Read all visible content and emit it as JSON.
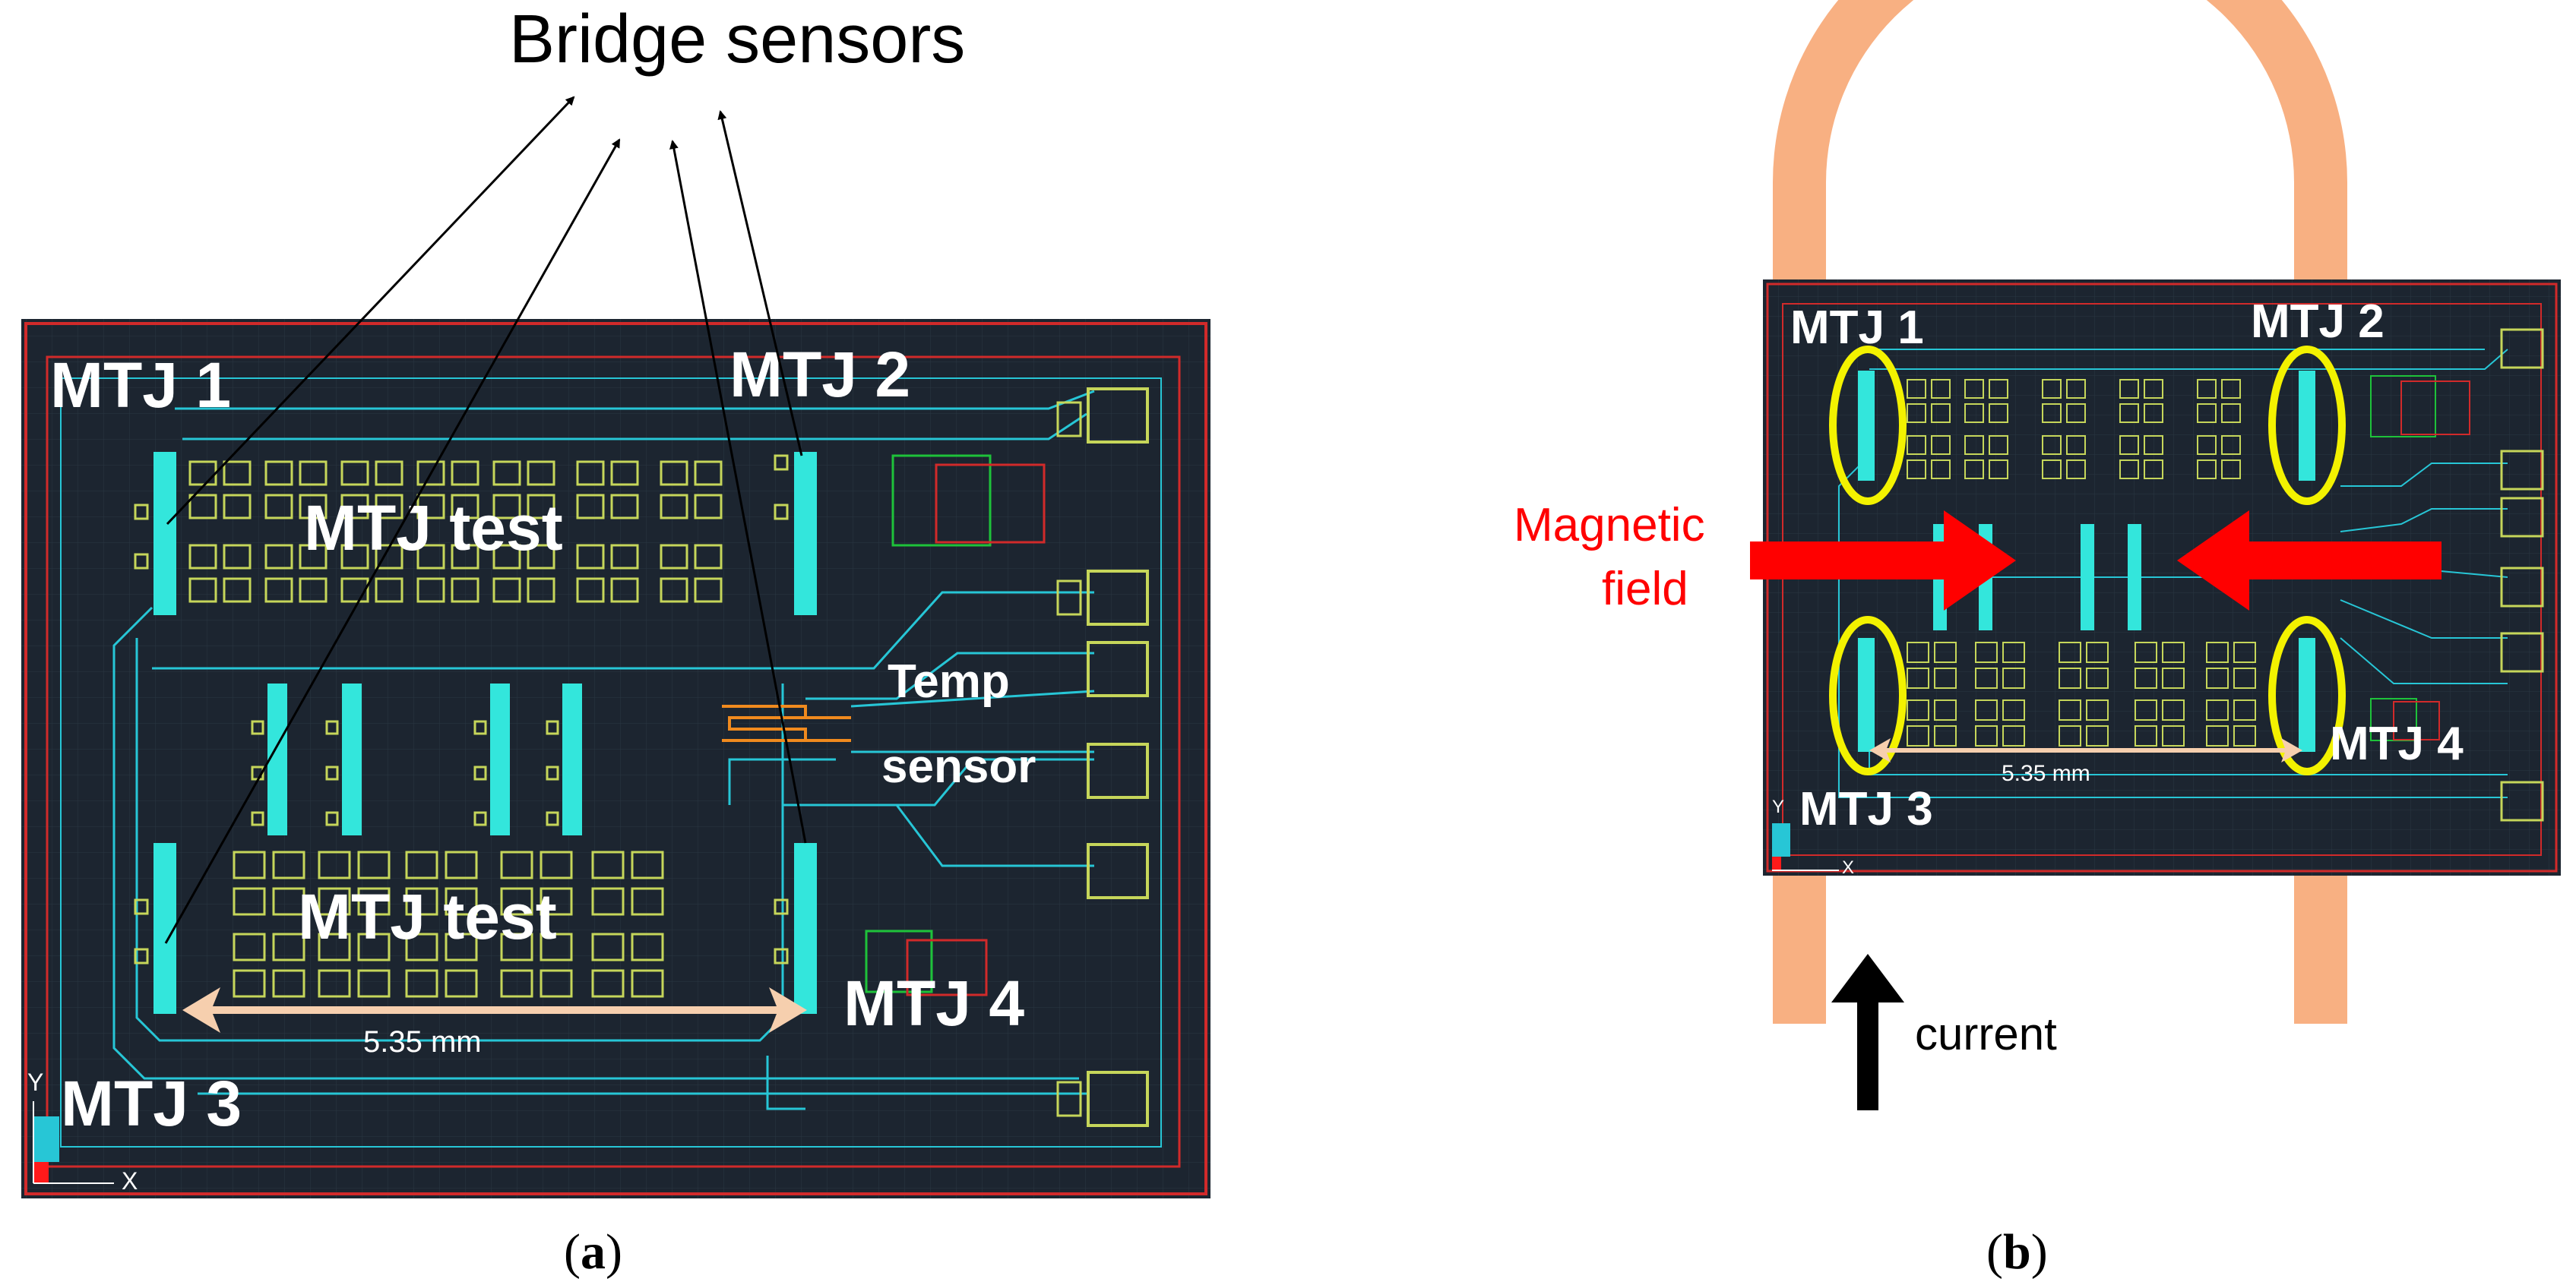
{
  "panel_a": {
    "title": "Bridge sensors",
    "mtj1": "MTJ 1",
    "mtj2": "MTJ 2",
    "mtj3": "MTJ 3",
    "mtj4": "MTJ 4",
    "mtj_test_top": "MTJ test",
    "mtj_test_bottom": "MTJ test",
    "temp_line1": "Temp",
    "temp_line2": "sensor",
    "dimension": "5.35 mm",
    "axis_y": "Y",
    "axis_x": "X",
    "caption_open": "(",
    "caption_letter": "a",
    "caption_close": ")"
  },
  "panel_b": {
    "mtj1": "MTJ 1",
    "mtj2": "MTJ 2",
    "mtj3": "MTJ 3",
    "mtj4": "MTJ 4",
    "magnetic_line1": "Magnetic",
    "magnetic_line2": "field",
    "current": "current",
    "dimension": "5.35 mm",
    "axis_y": "Y",
    "axis_x": "X",
    "caption_open": "(",
    "caption_letter": "b",
    "caption_close": ")"
  },
  "colors": {
    "chip_bg": "#1c2530",
    "trace": "#27c6d6",
    "sensor": "#33e6dc",
    "pad": "#c6d65a",
    "border_red": "#d12a2a",
    "coil": "#f8b082",
    "highlight": "#f3f200",
    "field_arrow": "#ff0000",
    "dimension_arrow": "#f6cfae"
  }
}
